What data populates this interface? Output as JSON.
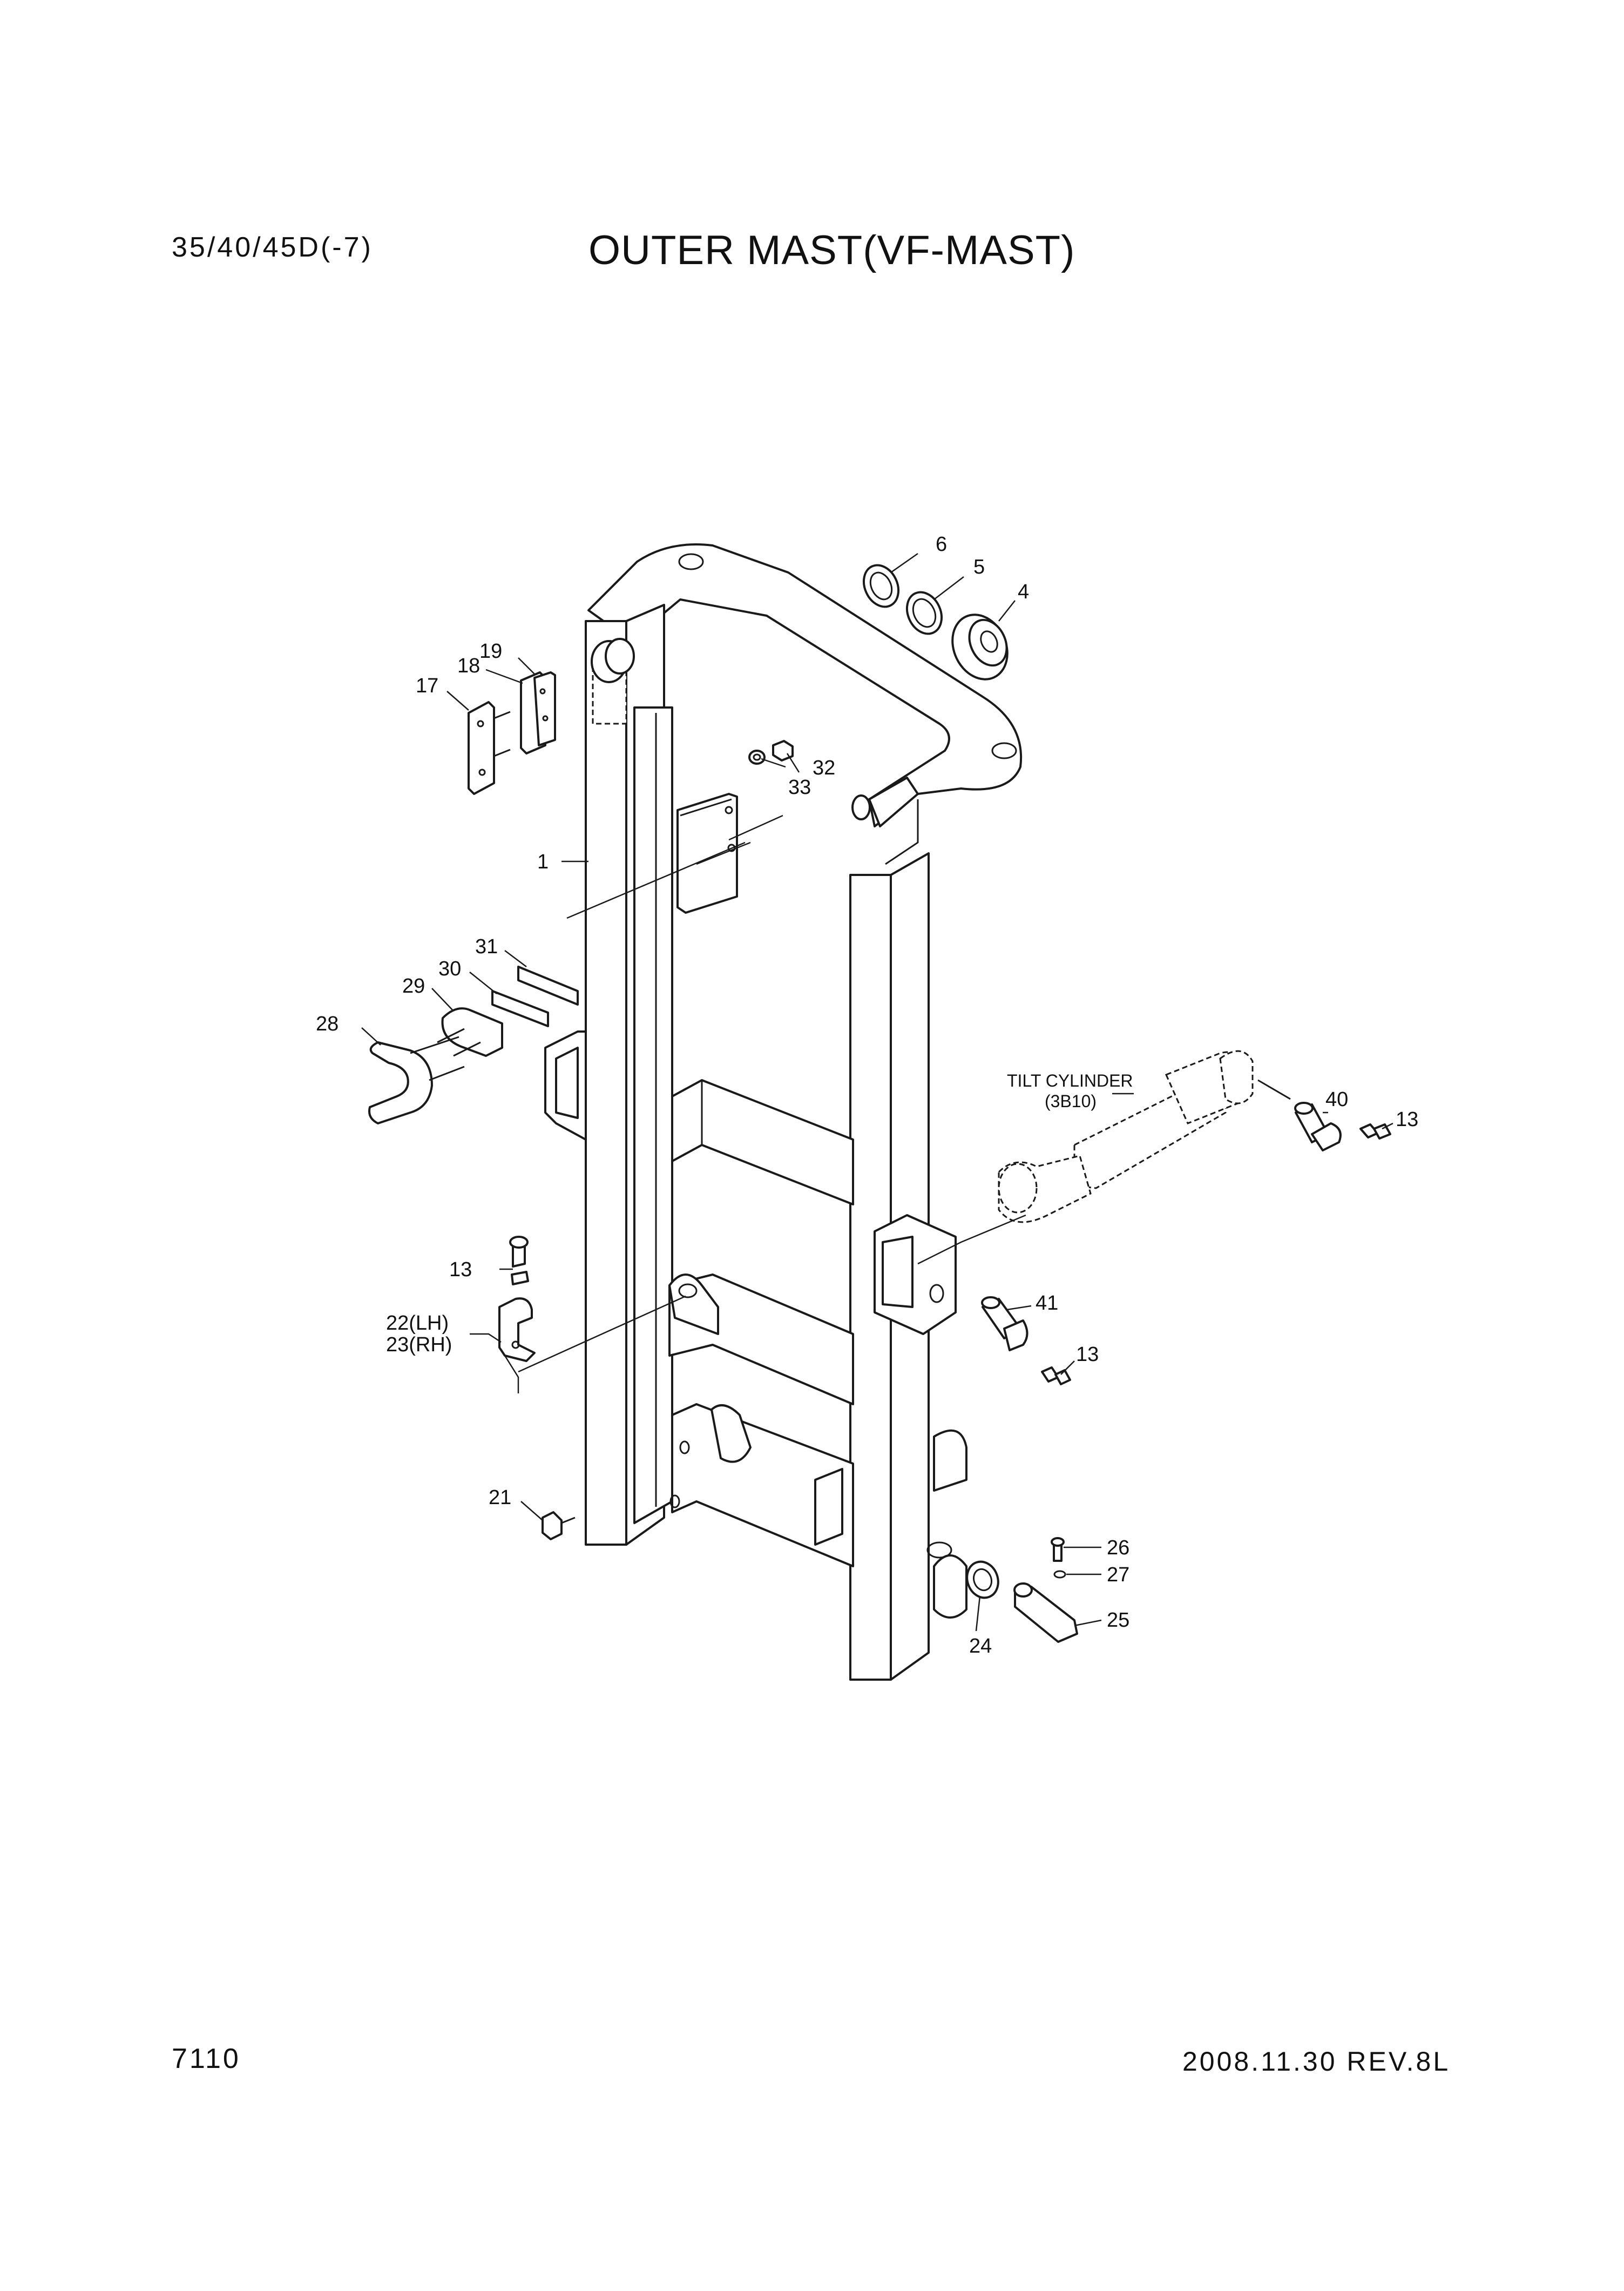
{
  "header": {
    "model": "35/40/45D(-7)",
    "title": "OUTER MAST(VF-MAST)"
  },
  "footer": {
    "page_number": "7110",
    "date_revision": "2008.11.30  REV.8L"
  },
  "callouts": {
    "p1": "1",
    "p4": "4",
    "p5": "5",
    "p6": "6",
    "p13a": "13",
    "p13b": "13",
    "p13c": "13",
    "p17": "17",
    "p18": "18",
    "p19": "19",
    "p21": "21",
    "p22": "22(LH)",
    "p23": "23(RH)",
    "p24": "24",
    "p25": "25",
    "p26": "26",
    "p27": "27",
    "p28": "28",
    "p29": "29",
    "p30": "30",
    "p31": "31",
    "p32": "32",
    "p33": "33",
    "p40": "40",
    "p41": "41"
  },
  "notes": {
    "tilt_cylinder": "TILT CYLINDER",
    "tilt_cylinder_ref": "(3B10)"
  }
}
